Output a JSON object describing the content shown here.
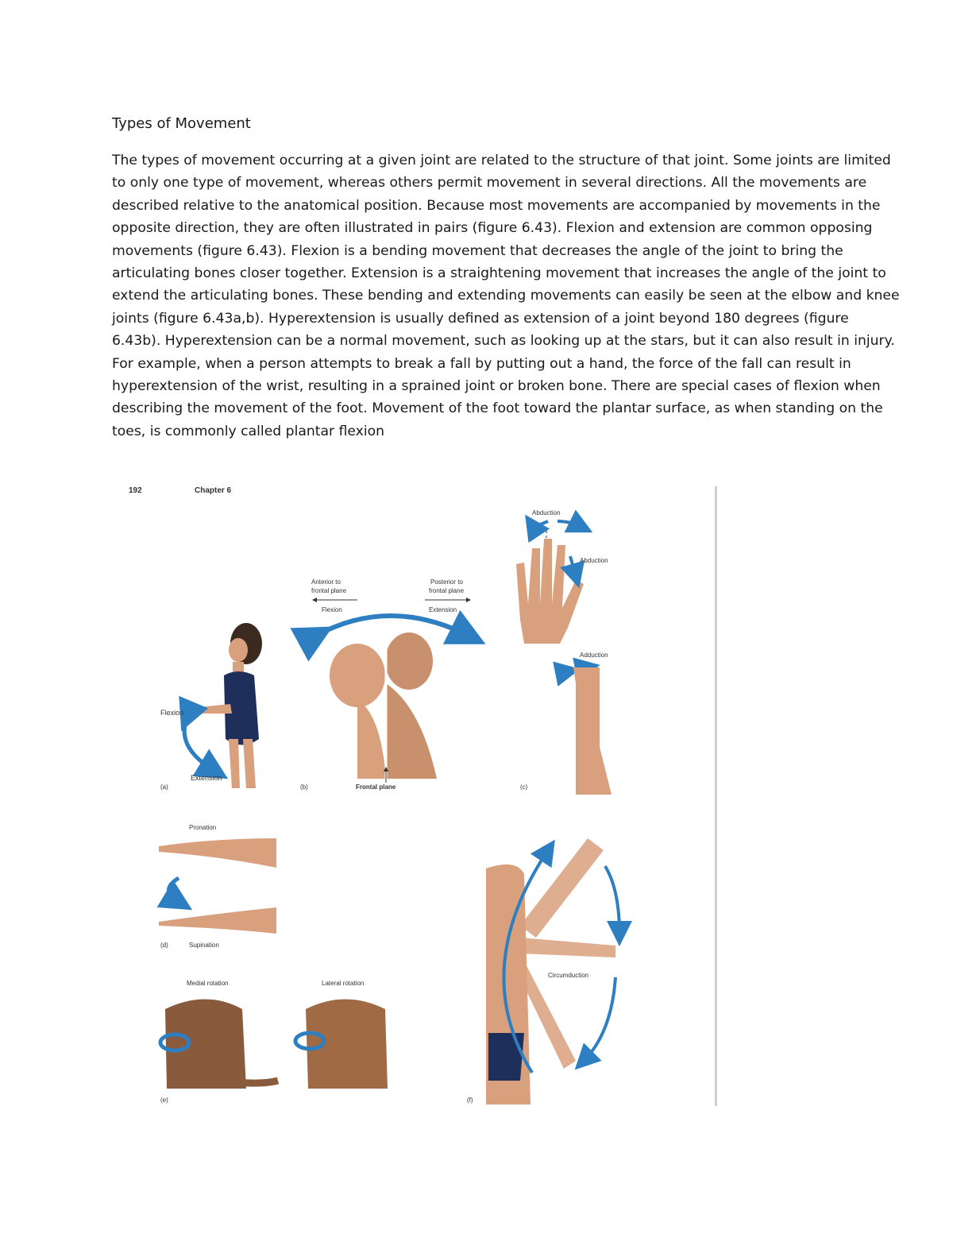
{
  "document": {
    "title": "Types of Movement",
    "paragraph": "The types of movement occurring at a given joint are related to the structure of that joint. Some joints are limited to only one type of movement, whereas others permit movement in several directions. All the movements are described relative to the anatomical position. Because most movements are accompanied by movements in the opposite direction, they are often illustrated in pairs (figure 6.43). Flexion and extension are common opposing movements (figure  6.43). Flexion is a bending movement that decreases the angle of the joint to bring the articulating bones closer together. Extension is a straightening movement that increases the angle of the joint to extend the articulating bones. These bending and extending movements can easily be seen at the elbow and knee joints (figure 6.43a,b). Hyperextension is usually defined as extension of a joint beyond 180 degrees (figure 6.43b). Hyperextension can be a normal movement, such as looking up at the stars, but it can also result in injury. For example, when a person attempts to break a fall by putting out a hand, the force of the fall can result in hyperextension of the wrist, resulting in a sprained joint or broken bone. There are special cases of flexion when describing the movement of the foot. Movement of the foot toward the plantar surface, as when standing on the toes, is commonly called plantar flexion"
  },
  "figure": {
    "header_page": "192",
    "header_chapter": "Chapter 6",
    "panel_a": {
      "flexion": "Flexion",
      "extension": "Extension",
      "letter": "(a)"
    },
    "panel_b": {
      "anterior": "Anterior to",
      "anterior2": "frontal plane",
      "posterior": "Posterior to",
      "posterior2": "frontal plane",
      "flexion": "Flexion",
      "extension": "Extension",
      "frontal_plane": "Frontal plane",
      "letter": "(b)"
    },
    "panel_c": {
      "abduction": "Abduction",
      "abduction_side": "Abduction",
      "adduction": "Adduction",
      "letter": "(c)"
    },
    "panel_d": {
      "pronation": "Pronation",
      "supination": "Supination",
      "letter": "(d)"
    },
    "panel_e": {
      "medial": "Medial rotation",
      "lateral": "Lateral rotation",
      "letter": "(e)"
    },
    "panel_f": {
      "circumduction": "Circumduction",
      "letter": "(f)"
    },
    "colors": {
      "arrow": "#2e7fc1",
      "skin": "#d9a07e",
      "skin_dark": "#8a5a3c",
      "swimsuit": "#1f2f5c"
    }
  }
}
